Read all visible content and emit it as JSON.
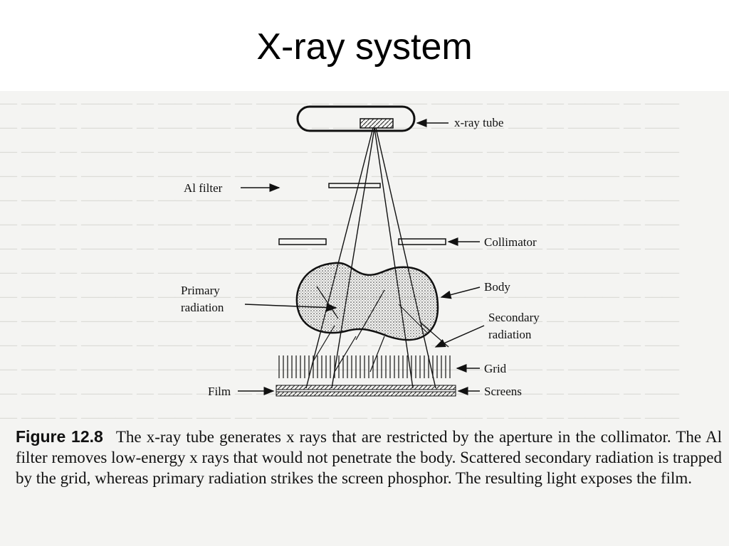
{
  "title": "X-ray system",
  "diagram": {
    "labels": {
      "tube": "x-ray tube",
      "al_filter": "Al filter",
      "collimator": "Collimator",
      "body": "Body",
      "primary_radiation": [
        "Primary",
        "radiation"
      ],
      "secondary_radiation": [
        "Secondary",
        "radiation"
      ],
      "grid": "Grid",
      "film": "Film",
      "screens": "Screens"
    }
  },
  "caption": {
    "figure_label": "Figure 12.8",
    "text": "The x-ray tube generates x rays that are restricted by the aperture in the collimator. The Al filter removes low-energy x rays that would not penetrate the body. Scattered secondary radiation is trapped by the grid, whereas primary radiation strikes the screen phosphor. The resulting light exposes the film."
  }
}
